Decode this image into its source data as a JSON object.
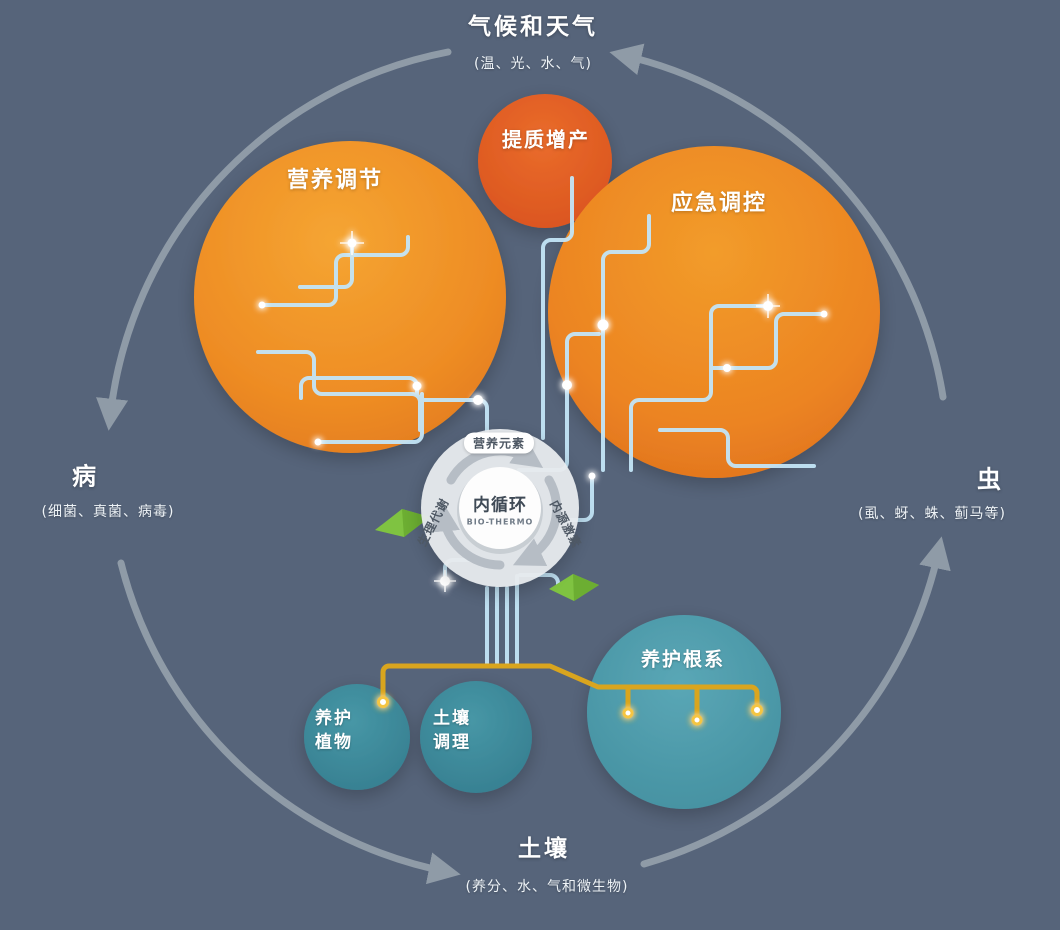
{
  "diagram": {
    "top": {
      "title": "气候和天气",
      "subtitle": "(温、光、水、气)"
    },
    "left": {
      "title": "病",
      "subtitle": "(细菌、真菌、病毒)"
    },
    "right": {
      "title": "虫",
      "subtitle": "(虱、蚜、蛛、蓟马等)"
    },
    "bottom": {
      "title": "土壤",
      "subtitle": "(养分、水、气和微生物)"
    },
    "bubbles": {
      "nutrition": "营养调节",
      "quality": "提质增产",
      "emergency": "应急调控",
      "root_care": "养护根系",
      "plant_care_line1": "养护",
      "plant_care_line2": "植物",
      "soil_cond_line1": "土壤",
      "soil_cond_line2": "调理"
    },
    "core": {
      "title": "内循环",
      "subtitle": "BIO-THERMO",
      "ring_top": "营养元素",
      "ring_left": "生理代谢",
      "ring_right": "内源激素"
    }
  },
  "colors": {
    "background": "#56647a",
    "orange_bubble": "#ee8c24",
    "orange_deep_bubble": "#e05a20",
    "teal_bubble": "#3d8c9f",
    "teal_light_bubble": "#4f9cae",
    "circuit_blue": "#c3e5f7",
    "root_gold": "#d9a51e",
    "leaf_green": "#7fc341",
    "cycle_arrow_gray": "#9aa5b0",
    "core_disc": "#e8ebee"
  }
}
